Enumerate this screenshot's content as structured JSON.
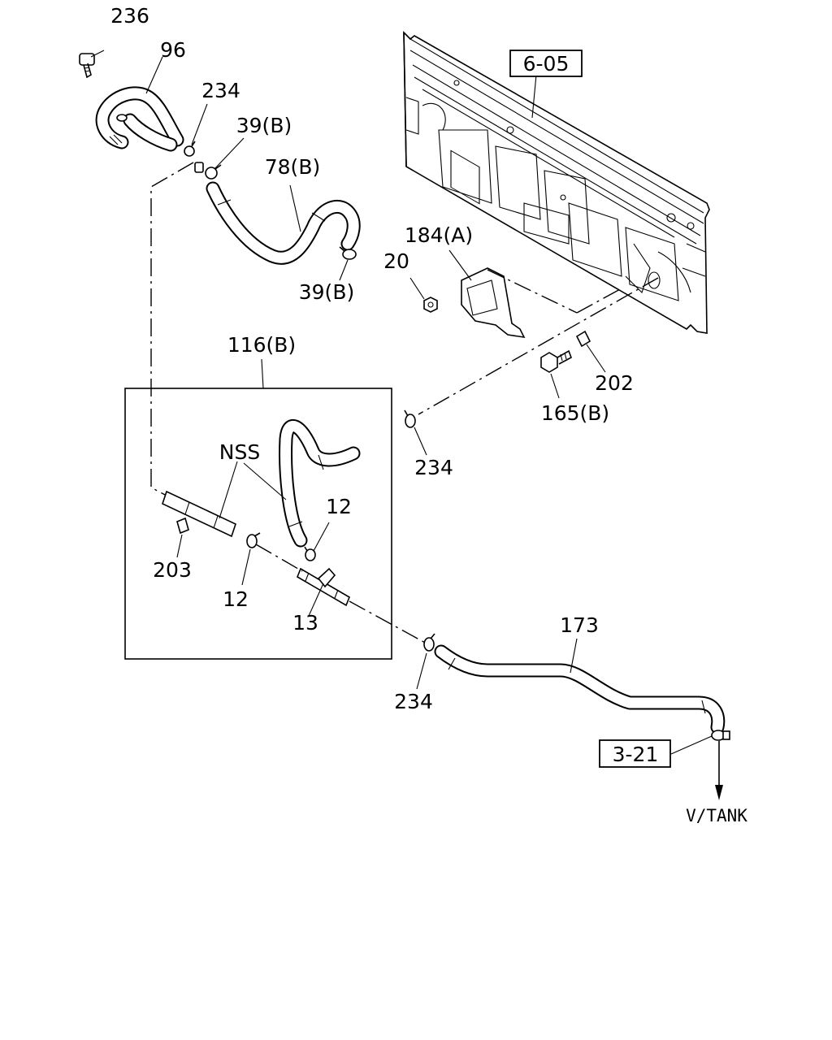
{
  "labels": {
    "p236": "236",
    "p96": "96",
    "p234_top": "234",
    "p39b_top": "39(B)",
    "p78b": "78(B)",
    "p39b_bottom": "39(B)",
    "p184a": "184(A)",
    "p20": "20",
    "p116b": "116(B)",
    "p202": "202",
    "p165b": "165(B)",
    "p234_mid": "234",
    "nss": "NSS",
    "p12_right": "12",
    "p203": "203",
    "p12_left": "12",
    "p13": "13",
    "p173": "173",
    "p234_bottom": "234"
  },
  "refs": {
    "ref_605": "6-05",
    "ref_321": "3-21"
  },
  "destination": "V/TANK"
}
